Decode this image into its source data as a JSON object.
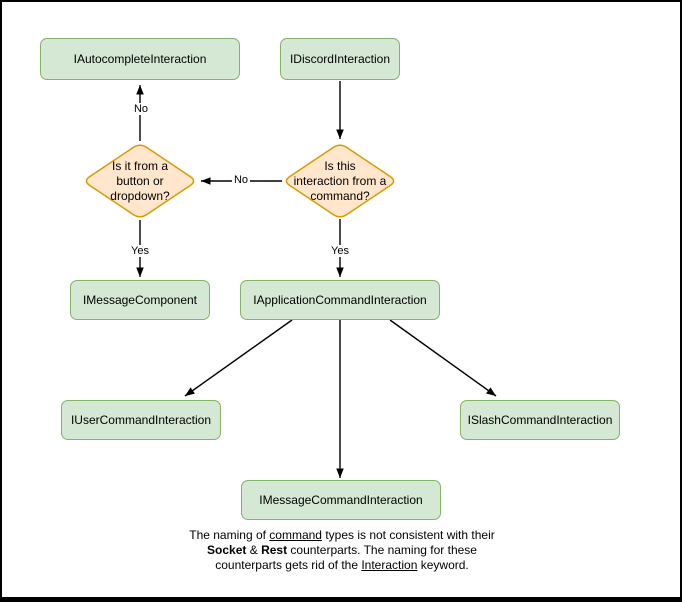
{
  "diagram": {
    "nodes": {
      "autocomplete": {
        "label": "IAutocompleteInteraction"
      },
      "discord": {
        "label": "IDiscordInteraction"
      },
      "message_component": {
        "label": "IMessageComponent"
      },
      "application_command": {
        "label": "IApplicationCommandInteraction"
      },
      "user_command": {
        "label": "IUserCommandInteraction"
      },
      "slash_command": {
        "label": "ISlashCommandInteraction"
      },
      "message_command": {
        "label": "IMessageCommandInteraction"
      }
    },
    "decisions": {
      "button_dropdown": {
        "lines": [
          "Is it from a",
          "button or",
          "dropdown?"
        ]
      },
      "from_command": {
        "lines": [
          "Is this",
          "interaction from a",
          "command?"
        ]
      }
    },
    "edge_labels": {
      "no_top": "No",
      "no_mid": "No",
      "yes_left": "Yes",
      "yes_right": "Yes"
    },
    "note": {
      "l1_a": "The naming of ",
      "l1_b": "command",
      "l1_c": " types is not consistent with their",
      "l2_a": "Socket",
      "l2_b": " & ",
      "l2_c": "Rest",
      "l2_d": " counterparts. The naming for these",
      "l3_a": "counterparts gets rid of the ",
      "l3_b": "Interaction",
      "l3_c": " keyword."
    },
    "colors": {
      "node_fill": "#d5e8d4",
      "node_border": "#82b366",
      "decision_fill": "#ffe6cc",
      "decision_border": "#d79b00",
      "edge": "#000000",
      "background": "#ffffff",
      "frame": "#000000"
    }
  }
}
